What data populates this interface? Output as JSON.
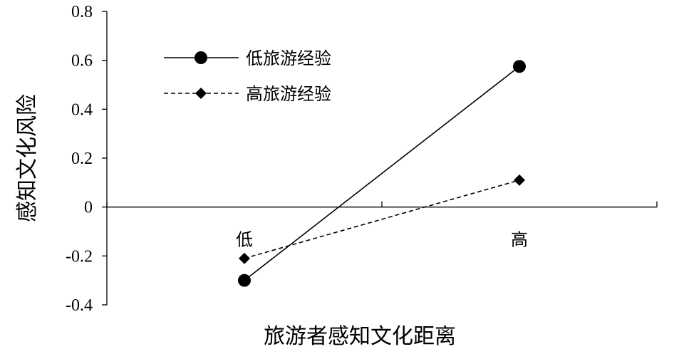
{
  "chart_data": {
    "type": "line",
    "categories": [
      "低",
      "高"
    ],
    "series": [
      {
        "name": "低旅游经验",
        "values": [
          -0.3,
          0.575
        ],
        "marker": "circle",
        "line": "solid"
      },
      {
        "name": "高旅游经验",
        "values": [
          -0.21,
          0.11
        ],
        "marker": "diamond",
        "line": "dashed"
      }
    ],
    "xlabel": "旅游者感知文化距离",
    "ylabel": "感知文化风险",
    "ylim": [
      -0.4,
      0.8
    ],
    "yticks": [
      "-0.4",
      "-0.2",
      "0",
      "0.2",
      "0.4",
      "0.6",
      "0.8"
    ],
    "grid": false,
    "legend_position": "top-left",
    "colors": {
      "line": "#000000"
    }
  }
}
